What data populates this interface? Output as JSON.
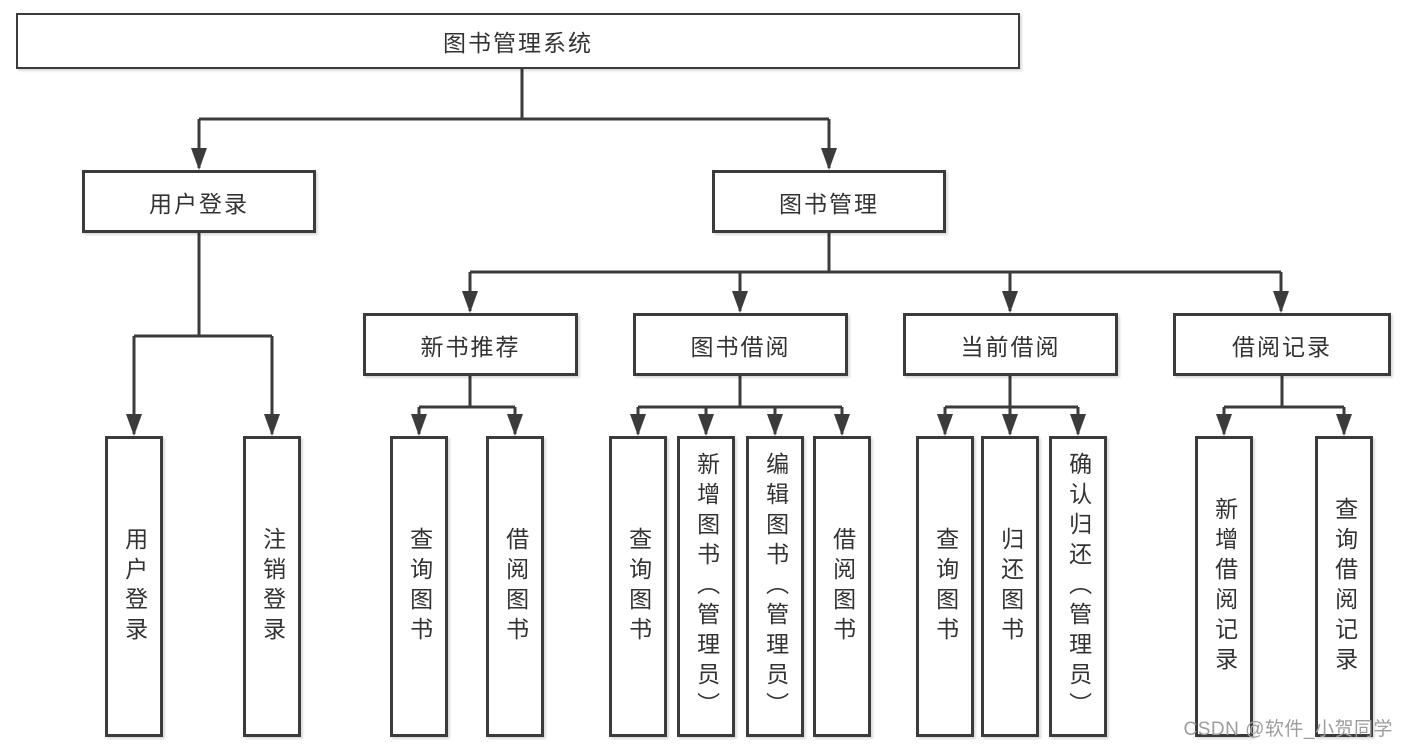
{
  "diagram": {
    "colors": {
      "line": "#3b3b3b",
      "text": "#333333",
      "watermark": "#9d9d9d",
      "background": "#ffffff"
    },
    "root": {
      "label": "图书管理系统"
    },
    "level2": [
      {
        "label": "用户登录"
      },
      {
        "label": "图书管理"
      }
    ],
    "level3": [
      {
        "label": "新书推荐"
      },
      {
        "label": "图书借阅"
      },
      {
        "label": "当前借阅"
      },
      {
        "label": "借阅记录"
      }
    ],
    "leaves": [
      {
        "group": "用户登录",
        "label": "用户登录"
      },
      {
        "group": "用户登录",
        "label": "注销登录"
      },
      {
        "group": "新书推荐",
        "label": "查询图书"
      },
      {
        "group": "新书推荐",
        "label": "借阅图书"
      },
      {
        "group": "图书借阅",
        "label": "查询图书"
      },
      {
        "group": "图书借阅",
        "label": "新增图书（管理员）"
      },
      {
        "group": "图书借阅",
        "label": "编辑图书（管理员）"
      },
      {
        "group": "图书借阅",
        "label": "借阅图书"
      },
      {
        "group": "当前借阅",
        "label": "查询图书"
      },
      {
        "group": "当前借阅",
        "label": "归还图书"
      },
      {
        "group": "当前借阅",
        "label": "确认归还（管理员）"
      },
      {
        "group": "借阅记录",
        "label": "新增借阅记录"
      },
      {
        "group": "借阅记录",
        "label": "查询借阅记录"
      }
    ],
    "watermark": {
      "text": "CSDN @软件_小贺同学"
    }
  }
}
